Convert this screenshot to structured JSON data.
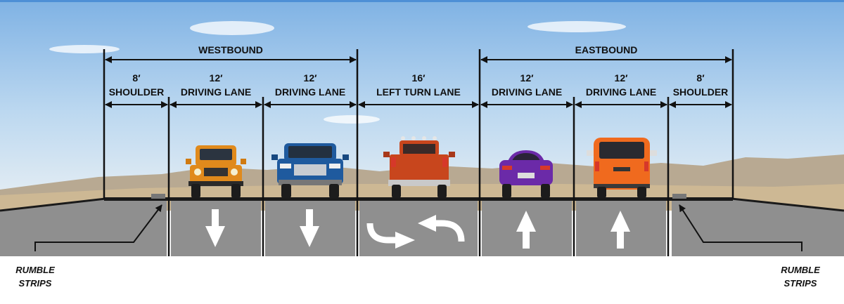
{
  "directions": {
    "westbound": "WESTBOUND",
    "eastbound": "EASTBOUND"
  },
  "lanes": [
    {
      "width": "8′",
      "name": "SHOULDER"
    },
    {
      "width": "12′",
      "name": "DRIVING LANE"
    },
    {
      "width": "12′",
      "name": "DRIVING LANE"
    },
    {
      "width": "16′",
      "name": "LEFT TURN LANE"
    },
    {
      "width": "12′",
      "name": "DRIVING LANE"
    },
    {
      "width": "12′",
      "name": "DRIVING LANE"
    },
    {
      "width": "8′",
      "name": "SHOULDER"
    }
  ],
  "rumble_strips": {
    "line1": "RUMBLE",
    "line2": "STRIPS"
  },
  "vehicles": [
    {
      "type": "jeep-front",
      "color": "#e08a1c"
    },
    {
      "type": "pickup-front",
      "color": "#1f5a9e"
    },
    {
      "type": "pickup-rear",
      "color": "#c8461d"
    },
    {
      "type": "sedan-rear",
      "color": "#6b2aa8"
    },
    {
      "type": "van-rear",
      "color": "#f06a1e"
    }
  ],
  "lane_markings": [
    "arrow-down",
    "arrow-down",
    "two-way-left-turn",
    "arrow-up",
    "arrow-up"
  ],
  "colors": {
    "pavement": "#8f8f8f",
    "sky_top": "#8ab8e6",
    "dimension_lines": "#111111"
  }
}
